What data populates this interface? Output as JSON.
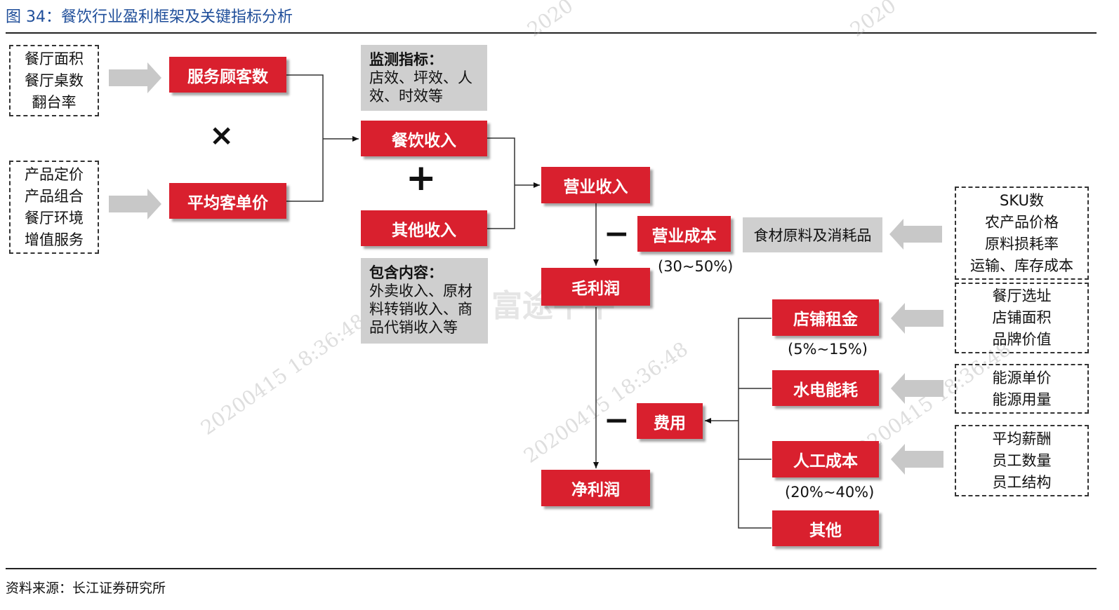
{
  "title": "图 34：餐饮行业盈利框架及关键指标分析",
  "source": "资料来源：长江证券研究所",
  "watermarks": [
    "20200415 18:36:48",
    "20200415 18:36:48",
    "20200415 18:36:48",
    "2020",
    "2020"
  ],
  "logo_watermark": "富途牛牛",
  "colors": {
    "red": "#d9202e",
    "gray": "#cfcfcf",
    "arrow": "#c8c8c8",
    "title": "#1f4e9a"
  },
  "diagram": {
    "inputs_customers": [
      "餐厅面积",
      "餐厅桌数",
      "翻台率"
    ],
    "inputs_price": [
      "产品定价",
      "产品组合",
      "餐厅环境",
      "增值服务"
    ],
    "service_customers": "服务顾客数",
    "avg_price": "平均客单价",
    "multiply": "×",
    "monitor": {
      "head": "监测指标：",
      "body": "店效、坪效、人效、时效等"
    },
    "catering_income": "餐饮收入",
    "plus": "+",
    "other_income": "其他收入",
    "includes": {
      "head": "包含内容：",
      "body": "外卖收入、原材料转销收入、商品代销收入等"
    },
    "operating_income": "营业收入",
    "minus": "−",
    "operating_cost": "营业成本",
    "operating_cost_pct": "(30~50%)",
    "food_materials": "食材原料及消耗品",
    "sku_inputs": [
      "SKU数",
      "农产品价格",
      "原料损耗率",
      "运输、库存成本"
    ],
    "gross_profit": "毛利润",
    "expenses": "费用",
    "net_profit": "净利润",
    "rent": "店铺租金",
    "rent_pct": "(5%~15%)",
    "rent_inputs": [
      "餐厅选址",
      "店铺面积",
      "品牌价值"
    ],
    "utilities": "水电能耗",
    "utilities_inputs": [
      "能源单价",
      "能源用量"
    ],
    "labor": "人工成本",
    "labor_pct": "(20%~40%)",
    "labor_inputs": [
      "平均薪酬",
      "员工数量",
      "员工结构"
    ],
    "other": "其他"
  }
}
